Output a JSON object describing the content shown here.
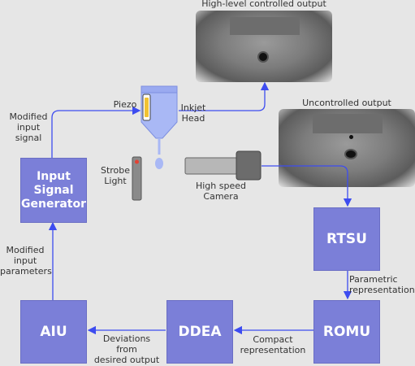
{
  "photos": {
    "high_level": {
      "title": "High-level controlled output"
    },
    "uncontrolled": {
      "title": "Uncontrolled output"
    }
  },
  "blocks": {
    "input_signal_generator": "Input\nSignal\nGenerator",
    "rtsu": "RTSU",
    "romu": "ROMU",
    "ddea": "DDEA",
    "aiu": "AIU"
  },
  "labels": {
    "piezo": "Piezo",
    "inkjet_head": "Inkjet\nHead",
    "strobe_light": "Strobe\nLight",
    "high_speed_camera": "High speed\nCamera",
    "modified_input_signal": "Modified\ninput\nsignal",
    "modified_input_parameters": "Modified\ninput\nparameters",
    "parametric_representation": "Parametric\nrepresentation",
    "compact_representation": "Compact\nrepresentation",
    "deviations": "Deviations\nfrom\ndesired output"
  },
  "colors": {
    "block": "#7b7fd8",
    "arrow": "#3d4cf0",
    "ink": "#a9b8f5"
  }
}
